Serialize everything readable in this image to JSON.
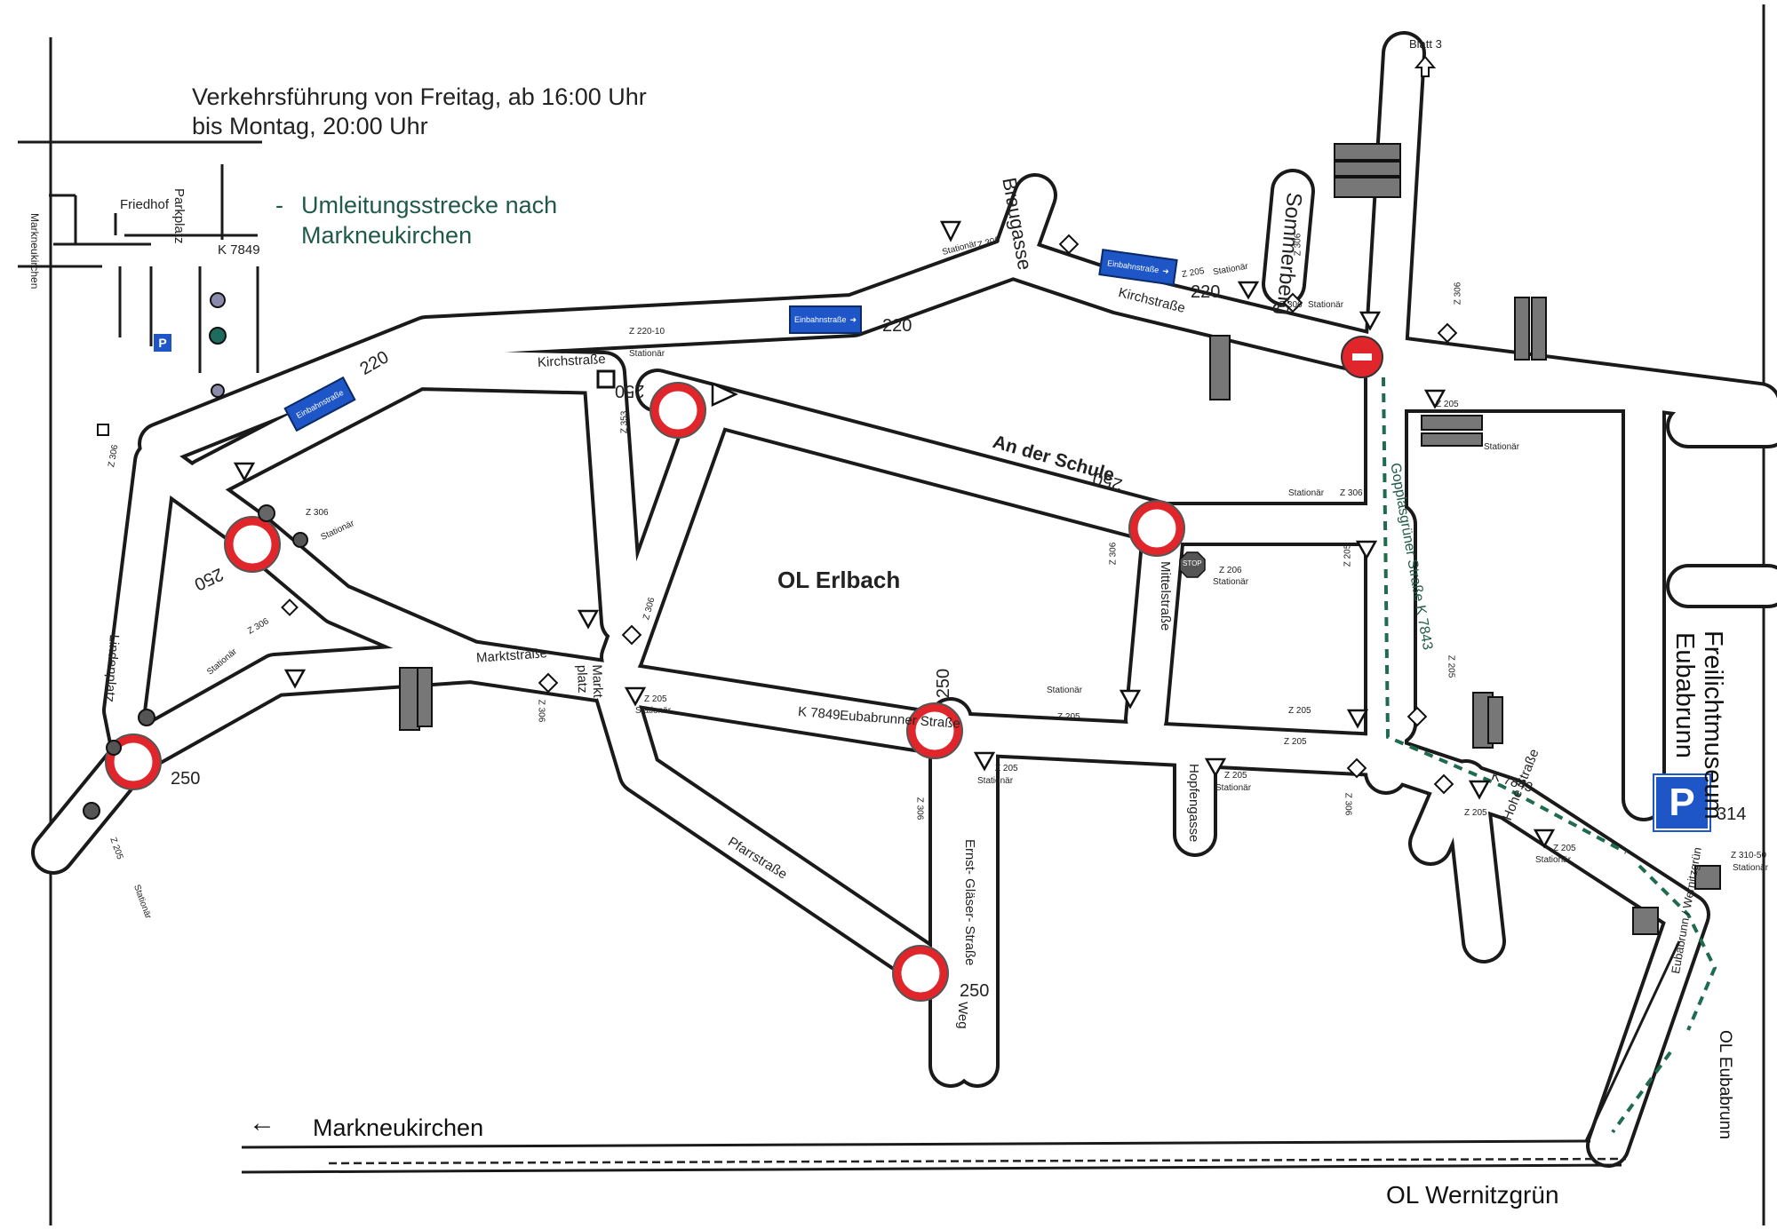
{
  "title": {
    "line1": "Verkehrsführung von Freitag, ab 16:00 Uhr",
    "line2": "bis Montag,  20:00 Uhr"
  },
  "legend": {
    "dash": "-",
    "line1": "Umleitungsstrecke nach",
    "line2": "Markneukirchen"
  },
  "inset": {
    "friedhof": "Friedhof",
    "parkplatz": "Parkplatz",
    "k7849": "K 7849",
    "markneukirchen": "Markneukirchen"
  },
  "streets": {
    "kirchstrasse_w": "Kirchstraße",
    "kirchstrasse_e": "Kirchstraße",
    "braugasse": "Braugasse",
    "sommerberg": "Sommerberg",
    "an_der_schule": "An der Schule",
    "mittelstrasse": "Mittelstraße",
    "gopplasgruener": "Gopplasgrüner Straße K 7843",
    "marktstrasse": "Marktstraße",
    "marktplatz": "Markt-\nplatz",
    "lindenplatz": "Lindenplatz",
    "k7849": "K 7849",
    "eubabrunner": "Eubabrunner Straße",
    "pfarrstrasse": "Pfarrstraße",
    "ernst_glaeser": "Ernst- Gläser- Straße",
    "weg": "Weg",
    "hopfengasse": "Hopfengasse",
    "k7843": "K 7843",
    "hohe_strasse": "Hohe Straße",
    "eubabrunn_wernitzgruen": "Eubabrunn / Wernitzgrün"
  },
  "numbers": {
    "n220_a": "220",
    "n220_b": "220",
    "n220_c": "220",
    "n250_a": "250",
    "n250_b": "250",
    "n250_c": "250",
    "n250_d": "250",
    "n250_e": "250",
    "n250_f": "250",
    "n314": "314"
  },
  "sign_labels": {
    "einbahnstrasse": "Einbahnstraße",
    "z220_10": "Z 220-10",
    "stationaer": "Stationär",
    "z205": "Z 205",
    "z206": "Z 206",
    "z306": "Z 306",
    "z353": "Z 353",
    "z310_50": "Z 310-50",
    "stop": "STOP",
    "blatt3": "Blatt 3"
  },
  "places": {
    "ol_erlbach": "OL Erlbach",
    "freilichtmuseum": "Freilichtmuseum",
    "eubabrunn": "Eubabrunn",
    "markneukirchen": "Markneukirchen",
    "ol_wernitzgruen": "OL Wernitzgrün",
    "ol_eubabrunn": "OL Eubabrunn",
    "arrow_left": "←",
    "parking": "P"
  },
  "colors": {
    "detour": "#1f6b4e",
    "sign_red": "#e0262a",
    "sign_blue": "#1e56c8",
    "road": "#1a1a1a"
  }
}
